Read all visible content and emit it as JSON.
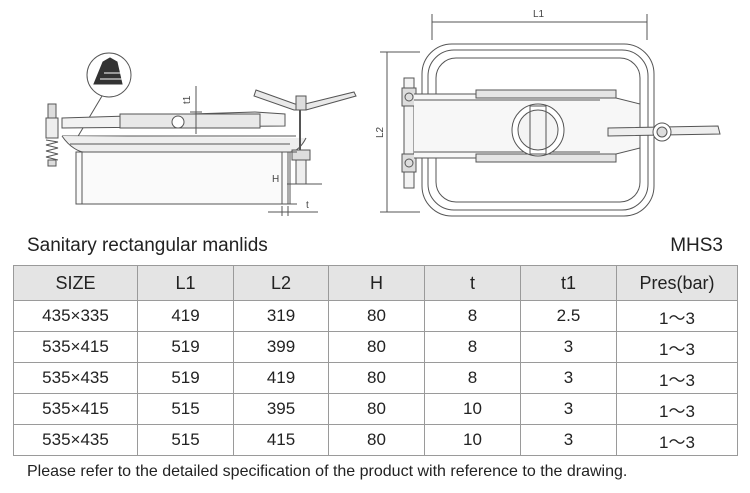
{
  "drawing": {
    "dims": {
      "L1": "L1",
      "L2": "L2",
      "H": "H",
      "t": "t",
      "t1": "t1"
    }
  },
  "header": {
    "title": "Sanitary rectangular manlids",
    "model": "MHS3"
  },
  "table": {
    "columns": [
      "SIZE",
      "L1",
      "L2",
      "H",
      "t",
      "t1",
      "Pres(bar)"
    ],
    "rows": [
      [
        "435×335",
        "419",
        "319",
        "80",
        "8",
        "2.5",
        "1～3"
      ],
      [
        "535×415",
        "519",
        "399",
        "80",
        "8",
        "3",
        "1～3"
      ],
      [
        "535×435",
        "519",
        "419",
        "80",
        "8",
        "3",
        "1～3"
      ],
      [
        "535×415",
        "515",
        "395",
        "80",
        "10",
        "3",
        "1～3"
      ],
      [
        "535×435",
        "515",
        "415",
        "80",
        "10",
        "3",
        "1～3"
      ]
    ]
  },
  "footnote": "Please refer to the detailed specification of the product with reference to the drawing."
}
